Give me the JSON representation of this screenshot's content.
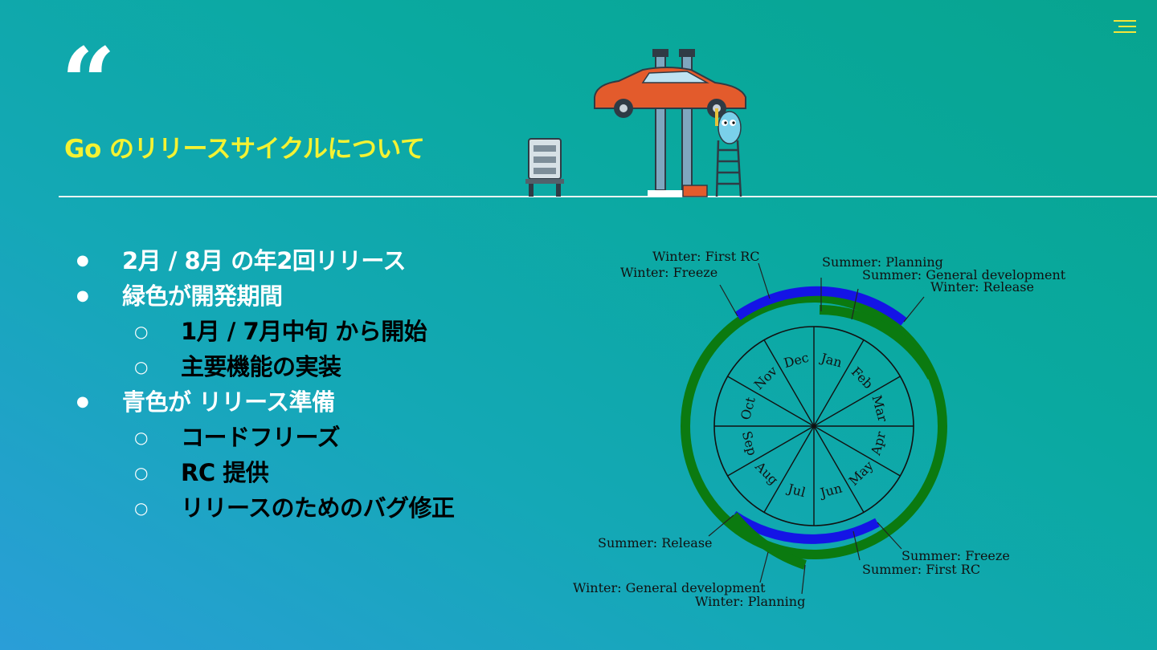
{
  "header": {
    "menu_icon": "hamburger-menu-icon",
    "quote_icon": "quote-mark-icon",
    "quote_glyph": "“"
  },
  "title": "Go のリリースサイクルについて",
  "colors": {
    "title": "#f4f232",
    "menu": "#f4e63a",
    "development": "#0b7a10",
    "release_prep": "#1414e6"
  },
  "bullets": [
    {
      "level": 1,
      "text": "2月 / 8月 の年2回リリース"
    },
    {
      "level": 1,
      "text": "緑色が開発期間"
    },
    {
      "level": 2,
      "text": "1月 / 7月中旬 から開始"
    },
    {
      "level": 2,
      "text": "主要機能の実装"
    },
    {
      "level": 1,
      "text": "青色が リリース準備"
    },
    {
      "level": 2,
      "text": "コードフリーズ"
    },
    {
      "level": 2,
      "text": " RC 提供"
    },
    {
      "level": 2,
      "text": "リリースのためのバグ修正"
    }
  ],
  "illustration": {
    "name": "gopher-repairing-car-on-lift"
  },
  "diagram": {
    "months": [
      "Jan",
      "Feb",
      "Mar",
      "Apr",
      "May",
      "Jun",
      "Jul",
      "Aug",
      "Sep",
      "Oct",
      "Nov",
      "Dec"
    ],
    "milestones": {
      "winter_first_rc": "Winter: First RC",
      "winter_freeze": "Winter: Freeze",
      "summer_planning": "Summer: Planning",
      "summer_general_development": "Summer: General development",
      "winter_release": "Winter: Release",
      "summer_release": "Summer: Release",
      "summer_freeze": "Summer: Freeze",
      "summer_first_rc": "Summer: First RC",
      "winter_general_development": "Winter: General development",
      "winter_planning": "Winter: Planning"
    }
  }
}
